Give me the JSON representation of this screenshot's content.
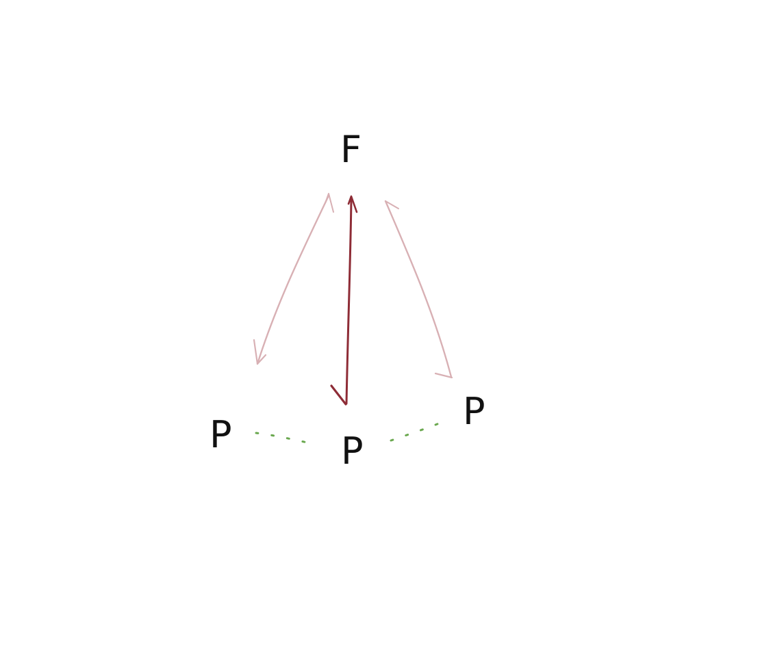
{
  "diagram": {
    "nodes": [
      {
        "id": "top",
        "label": "F"
      },
      {
        "id": "left",
        "label": "P"
      },
      {
        "id": "middle",
        "label": "P"
      },
      {
        "id": "right",
        "label": "P"
      }
    ],
    "arrows": [
      {
        "from": "top",
        "to": "left",
        "color": "#d8b0b4",
        "emphasis": "faint"
      },
      {
        "from": "top",
        "to": "middle",
        "color": "#8e2c36",
        "emphasis": "strong"
      },
      {
        "from": "top",
        "to": "right",
        "color": "#d8b0b4",
        "emphasis": "faint"
      }
    ],
    "links": [
      {
        "from": "left",
        "to": "middle",
        "color": "#6aa84f",
        "style": "dotted"
      },
      {
        "from": "middle",
        "to": "right",
        "color": "#6aa84f",
        "style": "dotted"
      }
    ],
    "colors": {
      "label": "#111111",
      "background": "#ffffff"
    }
  }
}
